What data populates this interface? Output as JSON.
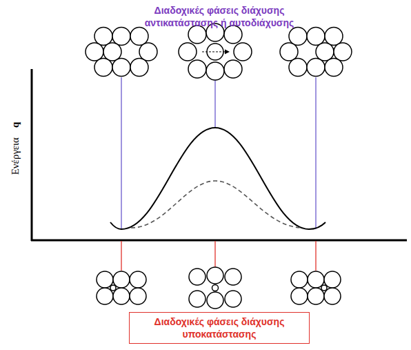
{
  "diagram": {
    "title": "Διαδοχικές φάσεις διάχυσης αντικατάστασης ή αυτοδιάχυσης",
    "nodes": [
      {
        "text": [
          "Διαδοχικές φάσεις διάχυσης υποκατάστασης"
        ]
      }
    ],
    "labels": [
      "Ενέργεια",
      "q"
    ]
  }
}
